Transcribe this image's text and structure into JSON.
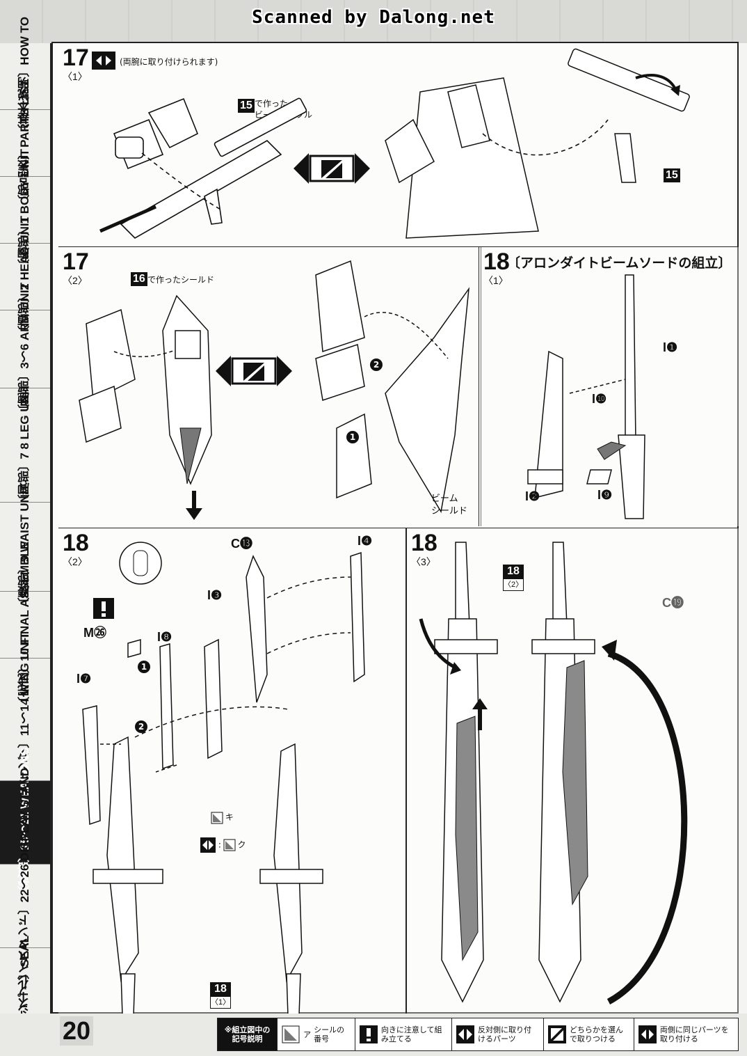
{
  "header": {
    "scan_credit": "Scanned by Dalong.net"
  },
  "sidebar": {
    "tabs": [
      {
        "label": "〔基本説明〕HOW TO",
        "active": false
      },
      {
        "label": "〔部品表〕PARTS LIST",
        "active": false
      },
      {
        "label": "〔胸部〕1 BODY UNIT",
        "active": false
      },
      {
        "label": "〔頭部〕2 HEAD UNIT",
        "active": false
      },
      {
        "label": "〔腕部〕3〜6 ARM UNIT",
        "active": false
      },
      {
        "label": "〔脚部〕7 8 LEG UNIT",
        "active": false
      },
      {
        "label": "〔腰部〕9 WAIST UNIT",
        "active": false
      },
      {
        "label": "〔完成〕10 FINAL ASSEMBLE",
        "active": false
      },
      {
        "label": "〔ウイング〕11〜14 WING UNIT",
        "active": false
      },
      {
        "label": "〔武器〕15〜21 WEAPONS",
        "active": true
      },
      {
        "label": "〔ディスプレイスタンド〕22〜26 DISPLAY STAND",
        "active": false
      },
      {
        "label": "〔シール〕SEAL",
        "active": false
      }
    ]
  },
  "panels": {
    "p17_1": {
      "step": "17",
      "sub": "〈1〉",
      "note": "(両腕に取り付けられます)",
      "ref_num": "15",
      "ref_text_1": "で作った",
      "ref_text_2": "ビームライフル",
      "ref2": "15"
    },
    "p17_2": {
      "step": "17",
      "sub": "〈2〉",
      "ref_num": "16",
      "ref_text": "で作ったシールド",
      "order1": "1",
      "order2": "2",
      "beam_label_1": "ビーム",
      "beam_label_2": "シールド"
    },
    "p18_1": {
      "step": "18",
      "sub": "〈1〉",
      "title": "〔アロンダイトビームソードの組立〕",
      "parts": [
        "I❶",
        "I❿",
        "I❷",
        "I❾",
        "C⓳"
      ]
    },
    "p18_2": {
      "step": "18",
      "sub": "〈2〉",
      "parts": [
        "C⓭",
        "I❹",
        "I❸",
        "I❽",
        "I❼",
        "M㉖"
      ],
      "order1": "1",
      "order2": "2",
      "ref": "18",
      "ref_sub": "〈1〉",
      "seal1": "キ",
      "seal2": "ク"
    },
    "p18_3": {
      "step": "18",
      "sub": "〈3〉",
      "ref": "18",
      "ref_sub": "〈2〉"
    }
  },
  "footer": {
    "page_number": "20",
    "legend_title": "※組立図中の記号説明",
    "legend_items": [
      {
        "icon": "seal-icon",
        "text": "シールの番号",
        "mark": "ア"
      },
      {
        "icon": "caution-icon",
        "text": "向きに注意して組み立てる"
      },
      {
        "icon": "opposite-parts-icon",
        "text": "反対側に取り付けるパーツ"
      },
      {
        "icon": "choose-one-icon",
        "text": "どちらかを選んで取りつける"
      },
      {
        "icon": "same-parts-both-icon",
        "text": "両側に同じパーツを取り付ける"
      }
    ]
  },
  "colors": {
    "ink": "#111111",
    "paper": "#fbfbf9",
    "active_tab": "#1b1b1b",
    "shade": "#8a8a8a"
  }
}
